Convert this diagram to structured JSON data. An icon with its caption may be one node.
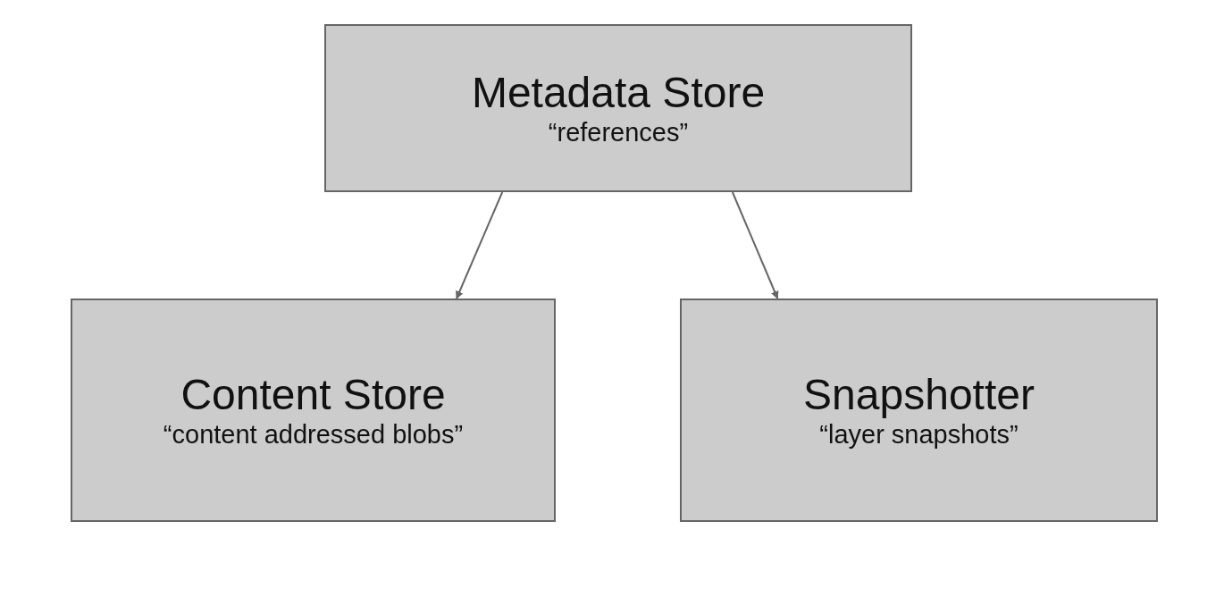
{
  "diagram": {
    "nodes": [
      {
        "text": [
          "Metadata Store",
          "“references”"
        ]
      },
      {
        "text": [
          "Content Store",
          "“content addressed blobs”"
        ]
      },
      {
        "text": [
          "Snapshotter",
          "“layer snapshots”"
        ]
      }
    ],
    "edges": [
      {
        "from": 0,
        "to": 1,
        "arrow": "to"
      },
      {
        "from": 0,
        "to": 2,
        "arrow": "to"
      }
    ]
  }
}
